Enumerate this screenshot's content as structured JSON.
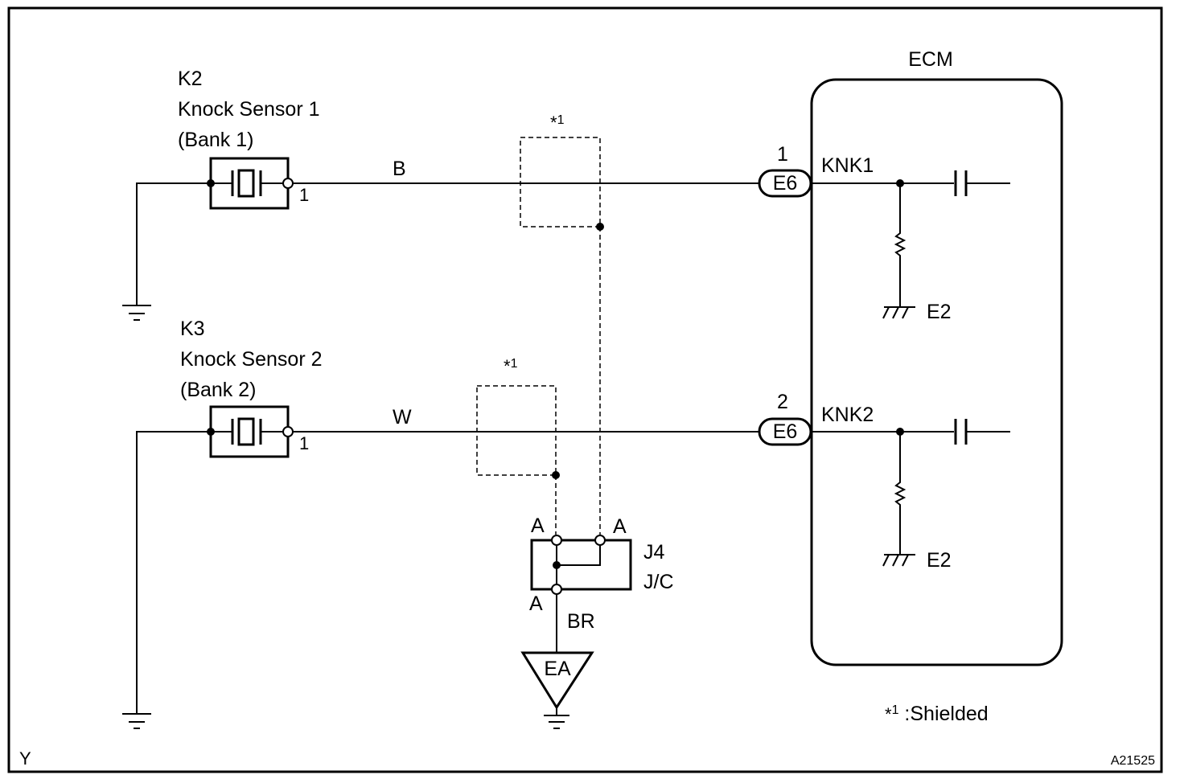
{
  "ecm": {
    "title": "ECM"
  },
  "sensor1": {
    "code": "K2",
    "name": "Knock Sensor 1",
    "bank": "(Bank 1)",
    "pin": "1"
  },
  "sensor2": {
    "code": "K3",
    "name": "Knock Sensor 2",
    "bank": "(Bank 2)",
    "pin": "1"
  },
  "wire1": {
    "color": "B",
    "pin": "1",
    "connector": "E6",
    "terminal": "KNK1",
    "ground": "E2"
  },
  "wire2": {
    "color": "W",
    "pin": "2",
    "connector": "E6",
    "terminal": "KNK2",
    "ground": "E2"
  },
  "shield_mark": {
    "star": "*",
    "num": "1"
  },
  "junction": {
    "code": "J4",
    "type": "J/C",
    "pin_a": "A",
    "wire_color": "BR",
    "ground_point": "EA"
  },
  "legend": {
    "star": "*",
    "num": "1",
    "text": " :Shielded"
  },
  "corner_left": "Y",
  "corner_right": "A21525"
}
